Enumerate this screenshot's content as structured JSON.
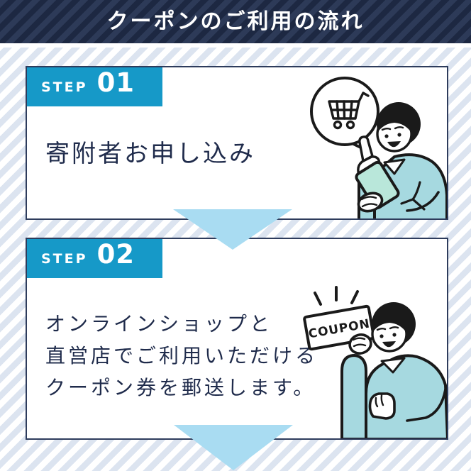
{
  "banner": {
    "title": "クーポンのご利用の流れ"
  },
  "steps": [
    {
      "step_label": "STEP",
      "step_number": "01",
      "description_lines": [
        "寄附者お申し込み"
      ],
      "illustration": "man-pointing-with-smartphone-and-cart-speech-bubble"
    },
    {
      "step_label": "STEP",
      "step_number": "02",
      "description_lines": [
        "オンラインショップと",
        "直営店でご利用いただける",
        "クーポン券を郵送します。"
      ],
      "illustration": "man-holding-coupon-ticket",
      "coupon_label": "COUPON"
    }
  ],
  "colors": {
    "banner_bg": "#22304f",
    "accent_blue": "#1699c8",
    "arrow_blue": "#a9dcf2",
    "text_navy": "#1f2b4b",
    "stripe_blue": "#dce4f0",
    "card_border": "#2e3c5c",
    "sweater_teal": "#a6d9e0",
    "phone_mint": "#b9e7da"
  }
}
